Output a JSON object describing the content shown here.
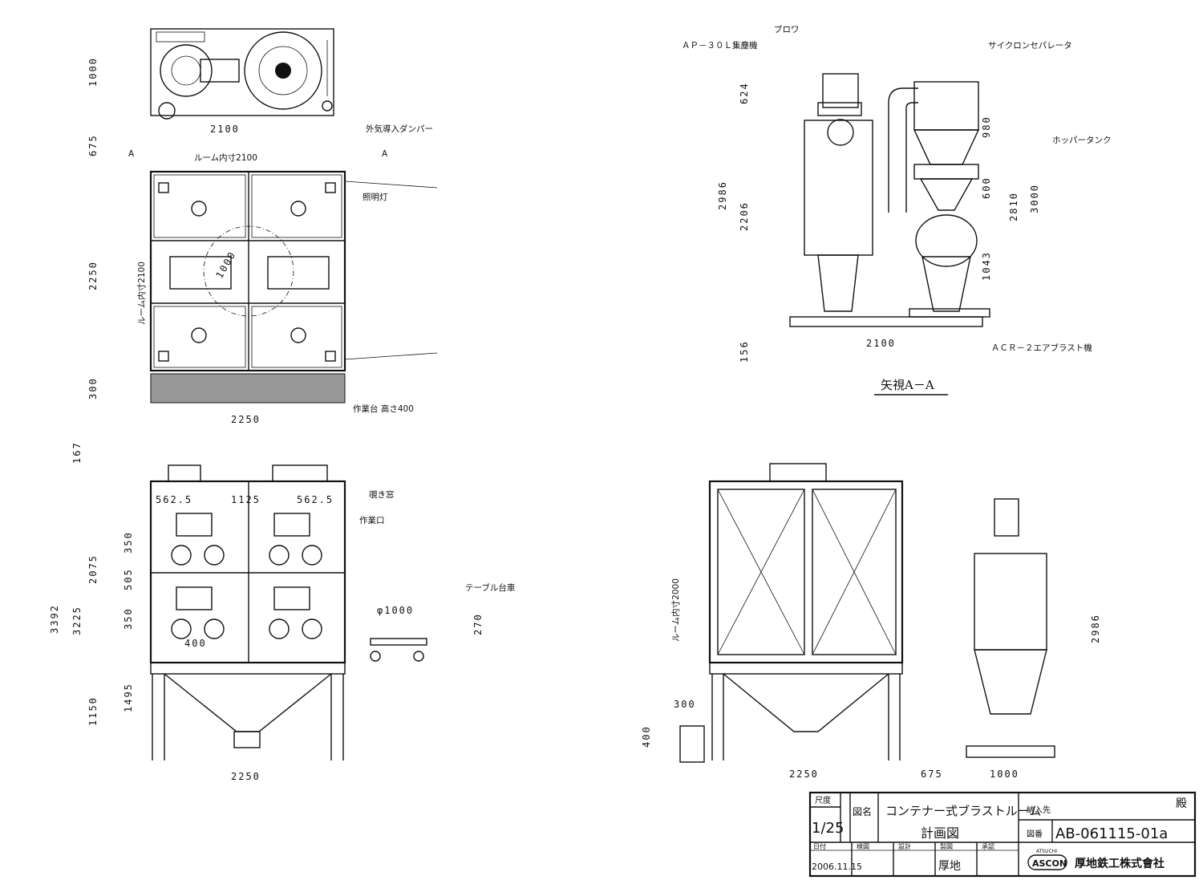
{
  "top_view": {
    "dims": {
      "width_top": "2100",
      "height_top": "1000",
      "gap": "675",
      "room_inner_w": "ルーム内寸2100",
      "room_h": "2250",
      "room_inner_h": "ルーム内寸2100",
      "base_h": "300",
      "base_w": "2250",
      "radius": "1000"
    },
    "section_marks": [
      "A",
      "A"
    ],
    "labels": {
      "damper": "外気導入ダンパー",
      "light": "照明灯",
      "bench": "作業台 高さ400"
    }
  },
  "section_view": {
    "title": "矢視A－A",
    "labels": {
      "collector": "ＡＰ－３０Ｌ集塵機",
      "blower": "ブロワ",
      "cyclone": "サイクロンセパレータ",
      "hopper": "ホッパータンク",
      "blast": "ＡＣＲ－２エアブラスト機"
    },
    "dims": {
      "d624": "624",
      "d2986": "2986",
      "d2206": "2206",
      "d156": "156",
      "d980": "980",
      "d600": "600",
      "d2810": "2810",
      "d3000": "3000",
      "d1043": "1043",
      "d2100": "2100"
    }
  },
  "front_view": {
    "dims": {
      "d167": "167",
      "d3392": "3392",
      "d3225": "3225",
      "d2075": "2075",
      "d1495": "1495",
      "d1150": "1150",
      "d350a": "350",
      "d505": "505",
      "d350b": "350",
      "d562a": "562.5",
      "d1125": "1125",
      "d562b": "562.5",
      "d400": "400",
      "d2250": "2250"
    },
    "labels": {
      "window": "覗き窓",
      "port": "作業口"
    }
  },
  "table_cart": {
    "label": "テーブル台車",
    "diameter": "φ1000",
    "height": "270"
  },
  "side_view": {
    "dims": {
      "room_inner_h": "ルーム内寸2000",
      "d2986": "2986",
      "d300": "300",
      "d400": "400",
      "d2250": "2250",
      "d675": "675",
      "d1000": "1000"
    }
  },
  "title_block": {
    "scale_label": "尺度",
    "scale": "1/25",
    "drawing_name_label": "図名",
    "drawing_name_1": "コンテナー式ブラストルーム",
    "drawing_name_2": "計画図",
    "customer_label": "納入先",
    "honorific": "殿",
    "drawing_no_label": "図番",
    "drawing_no": "AB-061115-01a",
    "date_label": "日付",
    "check_label": "検図",
    "design_label": "設計",
    "draw_label": "製図",
    "approve_label": "承認",
    "date": "2006.11.15",
    "signature": "厚地",
    "logo_top": "ATSUCHI",
    "logo": "ASCON",
    "company": "厚地鉄工株式會社"
  }
}
